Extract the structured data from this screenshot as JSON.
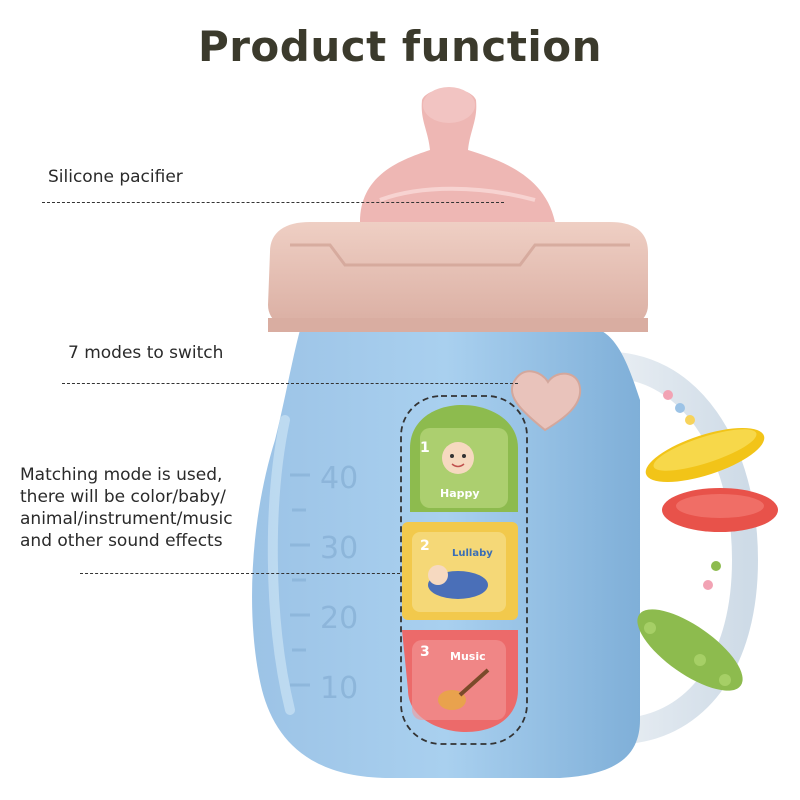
{
  "title": "Product function",
  "labels": {
    "pacifier": "Silicone pacifier",
    "modes": "7 modes to switch",
    "matching": [
      "Matching mode is used,",
      "there will be color/baby/",
      "animal/instrument/music",
      "and other sound effects"
    ]
  },
  "buttons": [
    {
      "number": "1",
      "caption": "Happy",
      "color": "#8dbb4e"
    },
    {
      "number": "2",
      "caption": "Lullaby",
      "color": "#f2c94c"
    },
    {
      "number": "3",
      "caption": "Music",
      "color": "#ec6a6a"
    }
  ],
  "scale_marks": [
    "40",
    "30",
    "20",
    "10"
  ],
  "colors": {
    "bottle_body": "#9ec6e8",
    "cap": "#e7c3b8",
    "nipple": "#f0b3b3",
    "title": "#3b3a2c"
  }
}
